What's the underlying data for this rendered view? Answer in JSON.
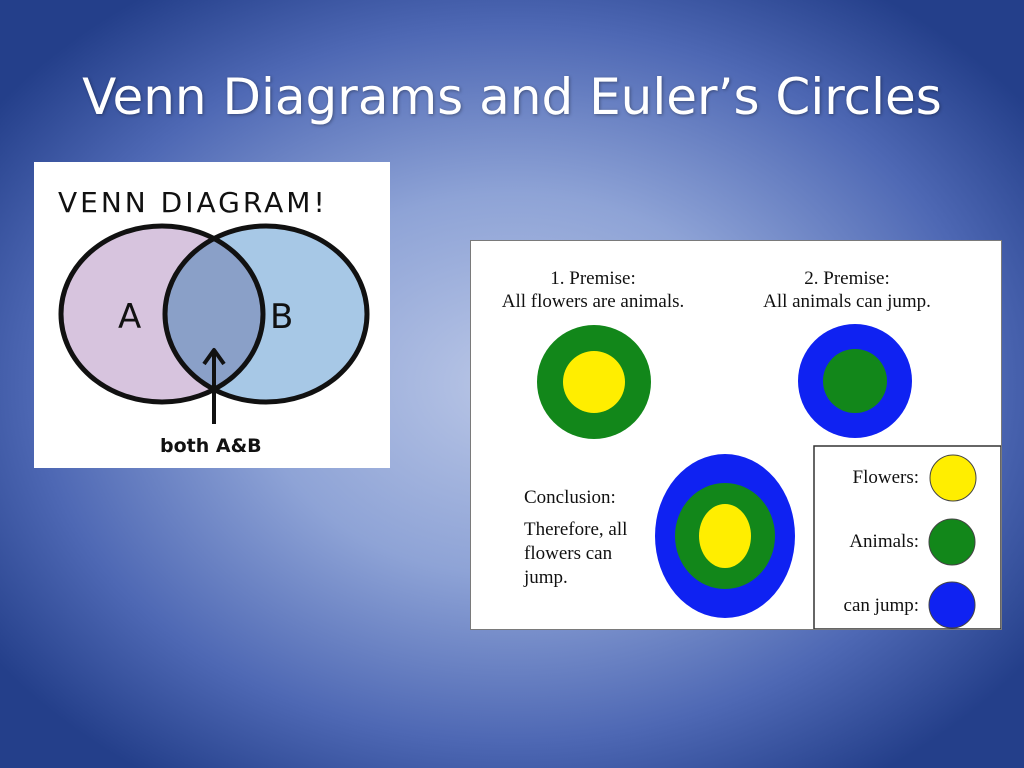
{
  "slide": {
    "title": "Venn Diagrams and Euler’s Circles"
  },
  "venn": {
    "heading": "VENN DIAGRAM!",
    "label_a": "A",
    "label_b": "B",
    "caption": "both A&B",
    "colors": {
      "a": "#d7c4de",
      "b": "#a7c8e6",
      "overlap": "#8aa0c8",
      "stroke": "#111111"
    }
  },
  "euler": {
    "premise1": {
      "heading": "1. Premise:",
      "text": "All flowers are animals."
    },
    "premise2": {
      "heading": "2. Premise:",
      "text": "All animals can jump."
    },
    "conclusion": {
      "heading": "Conclusion:",
      "lines": [
        "Therefore, all",
        "flowers can",
        "jump."
      ]
    },
    "legend": [
      {
        "label": "Flowers:",
        "color": "#ffee00"
      },
      {
        "label": "Animals:",
        "color": "#12871a"
      },
      {
        "label": "can jump:",
        "color": "#0f22f2"
      }
    ]
  }
}
